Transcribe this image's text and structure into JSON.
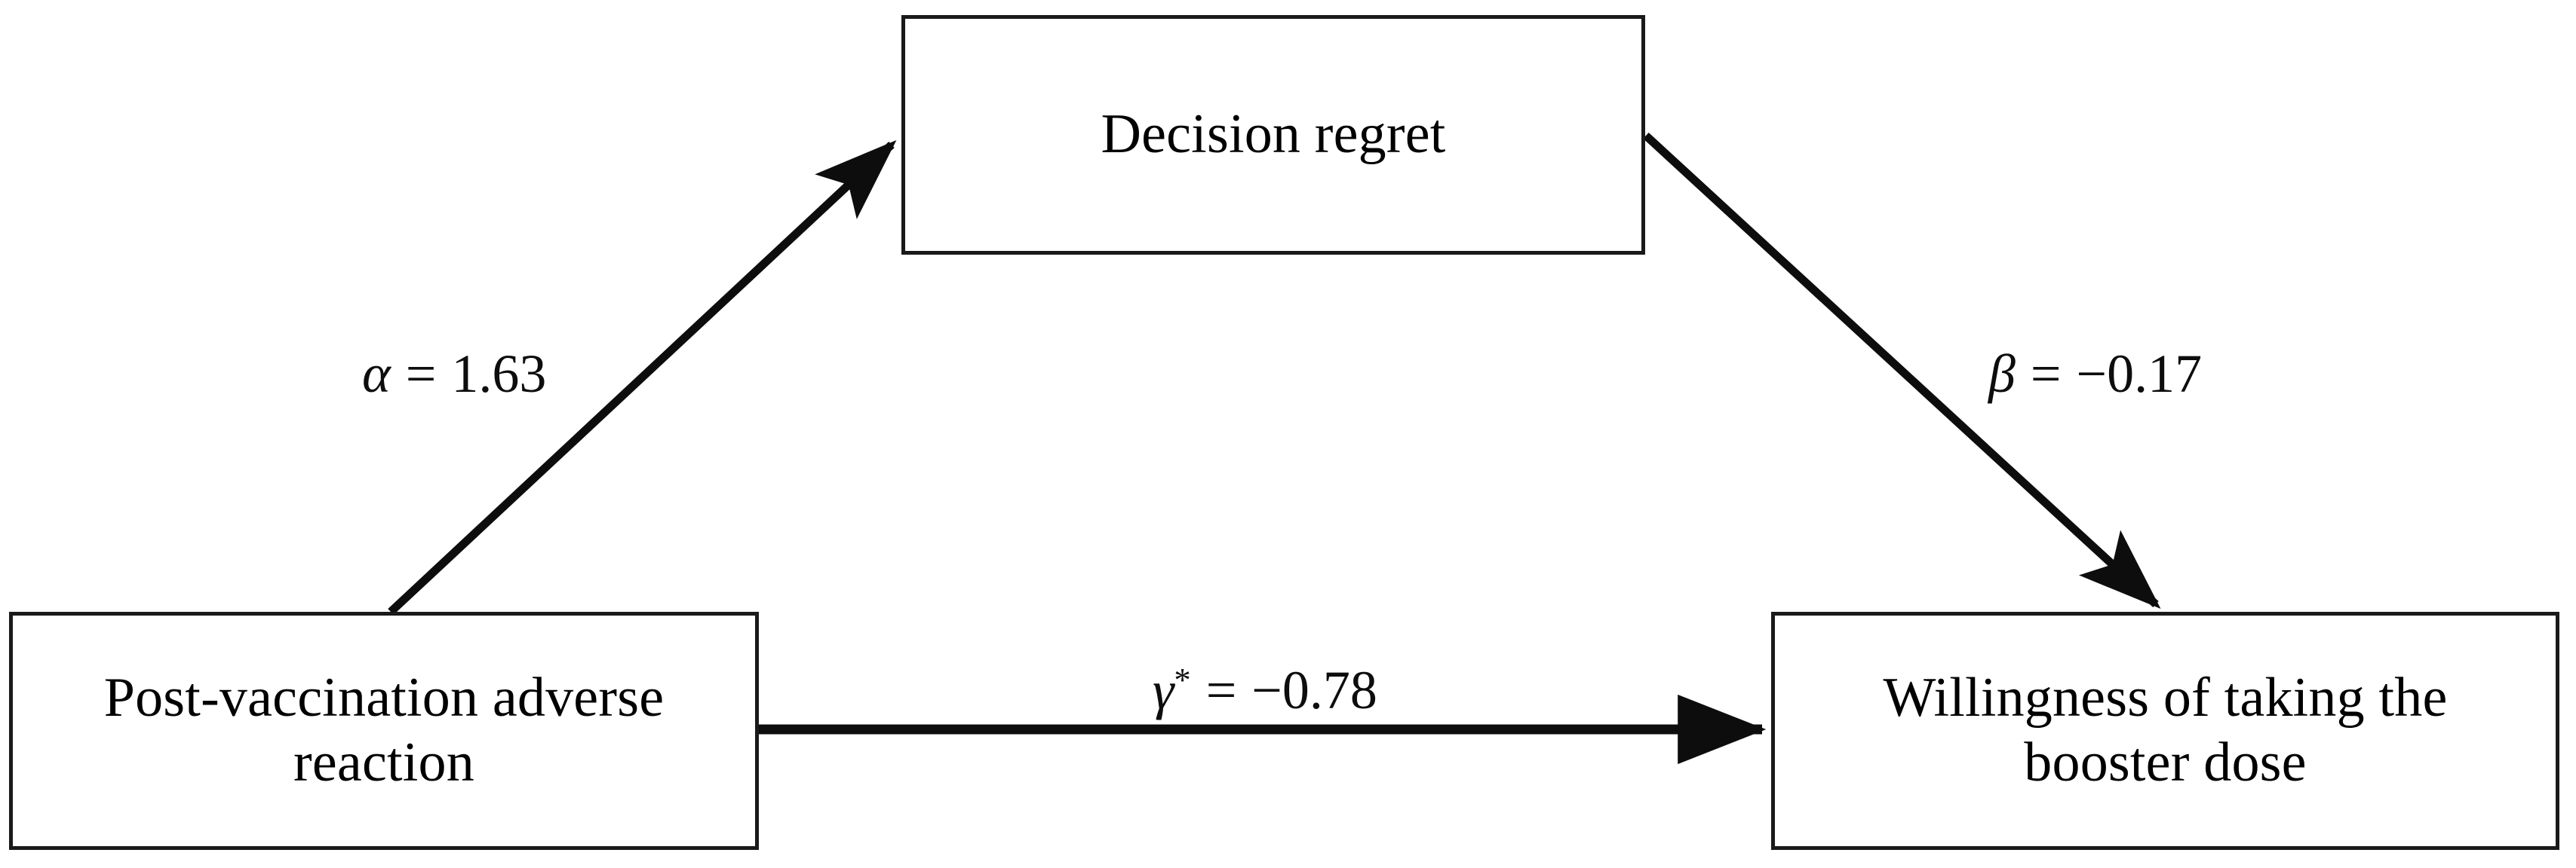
{
  "diagram": {
    "type": "mediation-model",
    "nodes": [
      {
        "id": "predictor",
        "label": "Post-vaccination adverse\nreaction",
        "position": "bottom-left"
      },
      {
        "id": "mediator",
        "label": "Decision regret",
        "position": "top-center"
      },
      {
        "id": "outcome",
        "label": "Willingness of taking the\nbooster dose",
        "position": "bottom-right"
      }
    ],
    "paths": [
      {
        "id": "alpha",
        "from": "predictor",
        "to": "mediator",
        "symbol": "α",
        "star": "",
        "equals": "=",
        "value": "1.63",
        "label": "α = 1.63"
      },
      {
        "id": "beta",
        "from": "mediator",
        "to": "outcome",
        "symbol": "β",
        "star": "",
        "equals": "=",
        "value": "−0.17",
        "label": "β = −0.17"
      },
      {
        "id": "gamma",
        "from": "predictor",
        "to": "outcome",
        "symbol": "γ",
        "star": "*",
        "equals": "=",
        "value": "−0.78",
        "label": "γ* = −0.78"
      }
    ],
    "colors": {
      "stroke": "#1a1a1a",
      "text": "#000000",
      "background": "#ffffff"
    }
  }
}
